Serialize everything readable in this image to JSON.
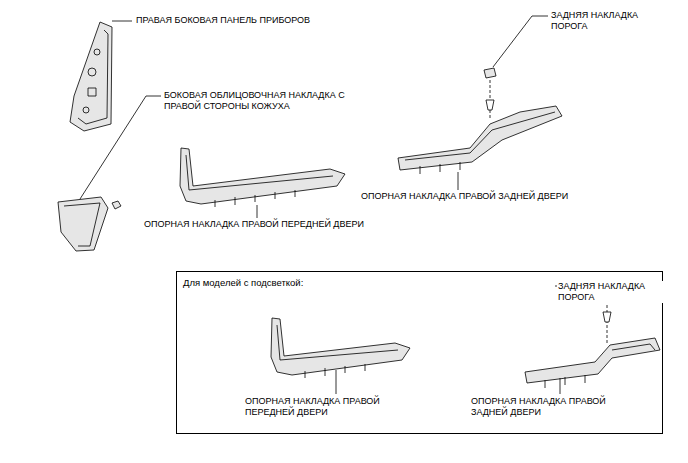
{
  "diagram": {
    "nodes": [
      {
        "text": [
          "Для моделей с подсветкой:"
        ]
      }
    ],
    "labels": [
      "ПРАВАЯ БОКОВАЯ ПАНЕЛЬ ПРИБОРОВ",
      "ЗАДНЯЯ НАКЛАДКА ПОРОГА",
      "БОКОВАЯ ОБЛИЦОВОЧНАЯ НАКЛАДКА С ПРАВОЙ СТОРОНЫ КОЖУХА",
      "ОПОРНАЯ НАКЛАДКА ПРАВОЙ ЗАДНЕЙ ДВЕРИ",
      "ОПОРНАЯ НАКЛАДКА ПРАВОЙ ПЕРЕДНЕЙ ДВЕРИ",
      "ЗАДНЯЯ НАКЛАДКА ПОРОГА",
      "ОПОРНАЯ НАКЛАДКА ПРАВОЙ ПЕРЕДНЕЙ ДВЕРИ",
      "ОПОРНАЯ НАКЛАДКА ПРАВОЙ ЗАДНЕЙ ДВЕРИ"
    ]
  }
}
